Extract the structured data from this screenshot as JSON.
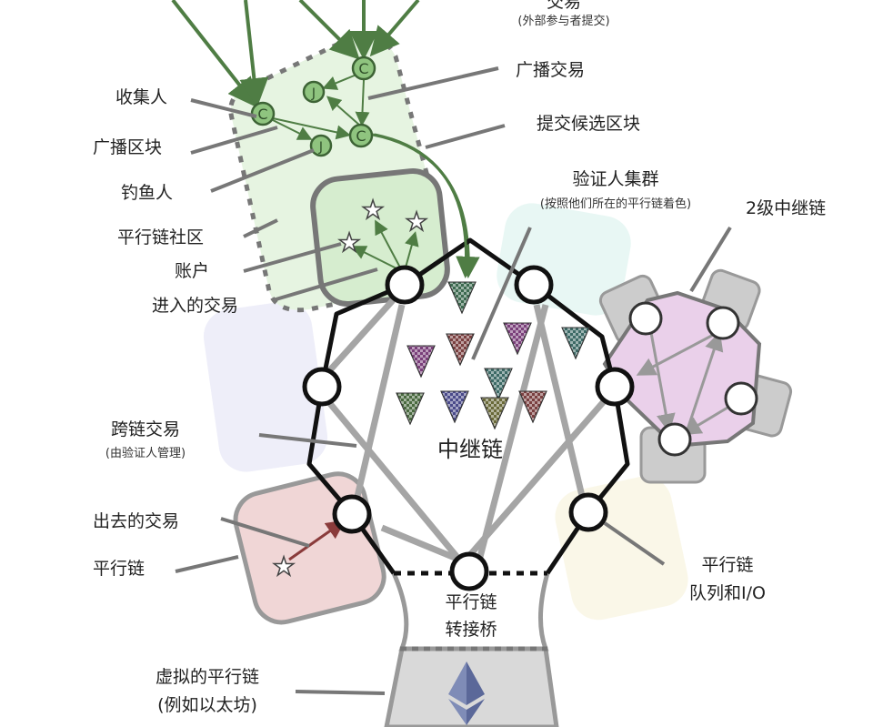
{
  "labels": {
    "tx_top": "交易",
    "tx_top_sub": "(外部参与者提交)",
    "broadcast_tx": "广播交易",
    "collator": "收集人",
    "submit_candidate": "提交候选区块",
    "broadcast_block": "广播区块",
    "fisherman": "钓鱼人",
    "validator_pool": "验证人集群",
    "validator_pool_sub": "(按照他们所在的平行链着色)",
    "second_relay": "2级中继链",
    "parachain_community": "平行链社区",
    "account": "账户",
    "inbound_tx": "进入的交易",
    "cross_chain_tx": "跨链交易",
    "cross_chain_tx_sub": "(由验证人管理)",
    "relay_chain": "中继链",
    "outbound_tx": "出去的交易",
    "parachain": "平行链",
    "parachain_queue": "平行链",
    "parachain_queue_2": "队列和I/O",
    "bridge": "平行链",
    "bridge_2": "转接桥",
    "virtual_parachain": "虚拟的平行链",
    "virtual_parachain_sub": "(例如以太坊)"
  },
  "node_glyphs": {
    "collator": "C",
    "fisherman": "J"
  },
  "colors": {
    "green": "#4f7d44",
    "green_fill": "#8fc47f",
    "community_bg": "#e3f3de",
    "relay_stroke": "#111111",
    "arrow_gray": "#9a9a9a",
    "parachain_pink": "#f0d6d6",
    "l2_pink": "#ead0ea"
  }
}
